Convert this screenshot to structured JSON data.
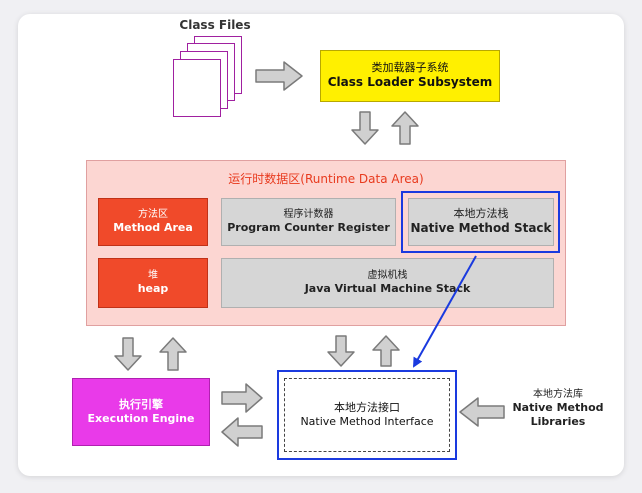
{
  "class_files": {
    "label": "Class Files"
  },
  "class_loader": {
    "cn": "类加载器子系统",
    "en": "Class Loader Subsystem"
  },
  "runtime_area": {
    "title": "运行时数据区(Runtime Data Area)"
  },
  "method_area": {
    "cn": "方法区",
    "en": "Method Area"
  },
  "pc_register": {
    "cn": "程序计数器",
    "en": "Program Counter Register"
  },
  "native_stack": {
    "cn": "本地方法栈",
    "en": "Native Method Stack"
  },
  "heap": {
    "cn": "堆",
    "en": "heap"
  },
  "jvm_stack": {
    "cn": "虚拟机栈",
    "en": "Java Virtual Machine Stack"
  },
  "exec_engine": {
    "cn": "执行引擎",
    "en": "Execution Engine"
  },
  "native_interface": {
    "cn": "本地方法接口",
    "en": "Native Method Interface"
  },
  "native_libraries": {
    "cn": "本地方法库",
    "en_line1": "Native Method",
    "en_line2": "Libraries"
  },
  "colors": {
    "class_loader": "#fff000",
    "runtime_area": "#fcd6d2",
    "red_box": "#f04a2a",
    "grey_box": "#d6d6d6",
    "exec_engine": "#e93ae9",
    "highlight": "#1a3adf",
    "file_border": "#a020a0"
  }
}
